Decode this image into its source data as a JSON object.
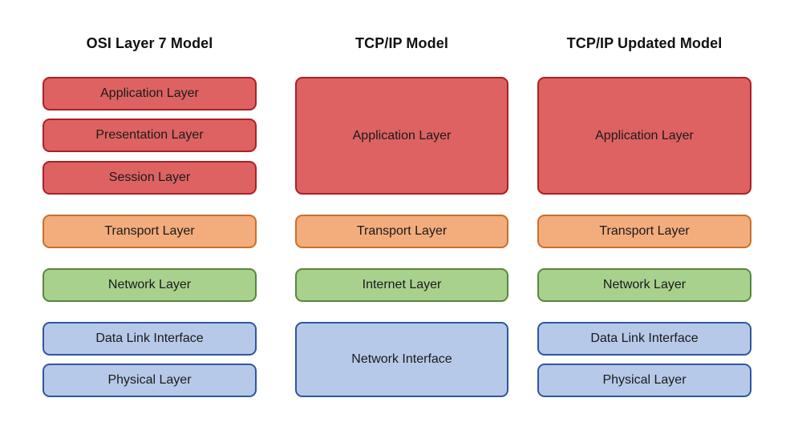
{
  "palette": {
    "red": {
      "fill": "#de6262",
      "border": "#aa2125"
    },
    "orange": {
      "fill": "#f3ac7c",
      "border": "#c8702b"
    },
    "green": {
      "fill": "#a9d18e",
      "border": "#59873b"
    },
    "blue": {
      "fill": "#b7c9e8",
      "border": "#3056a0"
    }
  },
  "text_color": "#1a1a1a",
  "background_color": "#ffffff",
  "columns": [
    {
      "title": "OSI Layer 7 Model",
      "boxes": [
        {
          "label": "Application Layer",
          "color": "red",
          "size": "small"
        },
        {
          "label": "Presentation Layer",
          "color": "red",
          "size": "small"
        },
        {
          "label": "Session Layer",
          "color": "red",
          "size": "small"
        },
        {
          "label": "Transport Layer",
          "color": "orange",
          "size": "small"
        },
        {
          "label": "Network Layer",
          "color": "green",
          "size": "small"
        },
        {
          "label": "Data Link Interface",
          "color": "blue",
          "size": "small"
        },
        {
          "label": "Physical Layer",
          "color": "blue",
          "size": "small"
        }
      ]
    },
    {
      "title": "TCP/IP Model",
      "boxes": [
        {
          "label": "Application Layer",
          "color": "red",
          "size": "tall"
        },
        {
          "label": "Transport Layer",
          "color": "orange",
          "size": "small"
        },
        {
          "label": "Internet Layer",
          "color": "green",
          "size": "small"
        },
        {
          "label": "Network Interface",
          "color": "blue",
          "size": "mid"
        }
      ]
    },
    {
      "title": "TCP/IP Updated Model",
      "boxes": [
        {
          "label": "Application Layer",
          "color": "red",
          "size": "tall"
        },
        {
          "label": "Transport Layer",
          "color": "orange",
          "size": "small"
        },
        {
          "label": "Network Layer",
          "color": "green",
          "size": "small"
        },
        {
          "label": "Data Link Interface",
          "color": "blue",
          "size": "small"
        },
        {
          "label": "Physical Layer",
          "color": "blue",
          "size": "small"
        }
      ]
    }
  ]
}
